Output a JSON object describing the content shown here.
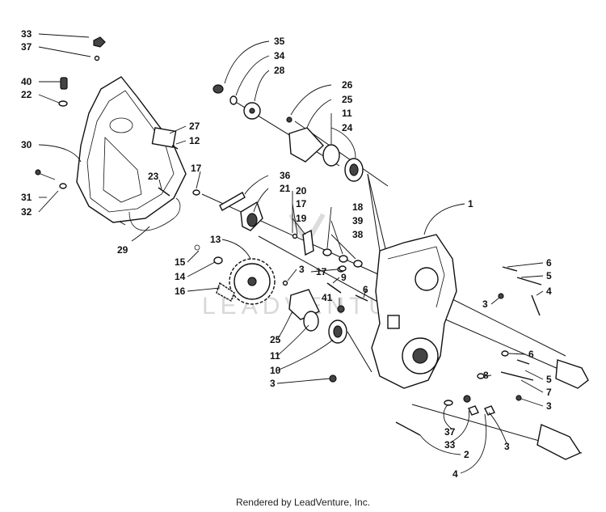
{
  "footer": "Rendered by LeadVenture, Inc.",
  "watermark": "LEADVENTURE",
  "callouts": [
    {
      "label": "33"
    },
    {
      "label": "37"
    },
    {
      "label": "40"
    },
    {
      "label": "22"
    },
    {
      "label": "30"
    },
    {
      "label": "31"
    },
    {
      "label": "32"
    },
    {
      "label": "27"
    },
    {
      "label": "12"
    },
    {
      "label": "23"
    },
    {
      "label": "17"
    },
    {
      "label": "29"
    },
    {
      "label": "35"
    },
    {
      "label": "34"
    },
    {
      "label": "28"
    },
    {
      "label": "26"
    },
    {
      "label": "25"
    },
    {
      "label": "11"
    },
    {
      "label": "24"
    },
    {
      "label": "36"
    },
    {
      "label": "21"
    },
    {
      "label": "20"
    },
    {
      "label": "17"
    },
    {
      "label": "19"
    },
    {
      "label": "18"
    },
    {
      "label": "39"
    },
    {
      "label": "38"
    },
    {
      "label": "1"
    },
    {
      "label": "13"
    },
    {
      "label": "15"
    },
    {
      "label": "14"
    },
    {
      "label": "16"
    },
    {
      "label": "3"
    },
    {
      "label": "17"
    },
    {
      "label": "9"
    },
    {
      "label": "41"
    },
    {
      "label": "6"
    },
    {
      "label": "6"
    },
    {
      "label": "5"
    },
    {
      "label": "4"
    },
    {
      "label": "3"
    },
    {
      "label": "25"
    },
    {
      "label": "11"
    },
    {
      "label": "10"
    },
    {
      "label": "3"
    },
    {
      "label": "6"
    },
    {
      "label": "5"
    },
    {
      "label": "8"
    },
    {
      "label": "7"
    },
    {
      "label": "3"
    },
    {
      "label": "37"
    },
    {
      "label": "33"
    },
    {
      "label": "2"
    },
    {
      "label": "3"
    },
    {
      "label": "4"
    }
  ]
}
